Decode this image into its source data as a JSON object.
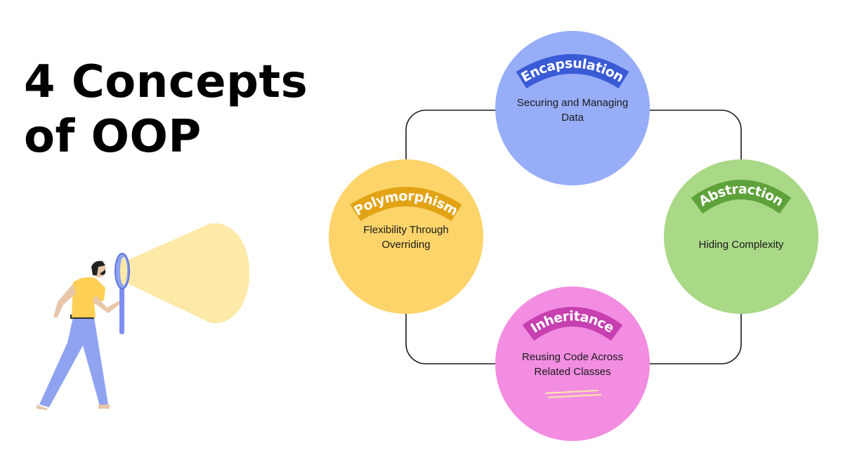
{
  "title": {
    "line1": "4 Concepts",
    "line2": "of OOP"
  },
  "concepts": [
    {
      "key": "encapsulation",
      "name": "Encapsulation",
      "description_lines": [
        "Securing and Managing",
        "Data"
      ],
      "circle_color": "#97adf8",
      "banner_color": "#3a5bd6"
    },
    {
      "key": "abstraction",
      "name": "Abstraction",
      "description_lines": [
        "Hiding Complexity"
      ],
      "circle_color": "#a9d886",
      "banner_color": "#5ea23a"
    },
    {
      "key": "inheritance",
      "name": "Inheritance",
      "description_lines": [
        "Reusing Code Across",
        "Related Classes"
      ],
      "circle_color": "#f28de1",
      "banner_color": "#c73fb0"
    },
    {
      "key": "polymorphism",
      "name": "Polymorphism",
      "description_lines": [
        "Flexibility Through",
        "Overriding"
      ],
      "circle_color": "#fcd46a",
      "banner_color": "#e2a314"
    }
  ],
  "colors": {
    "connector": "#1a1a1a",
    "light_beam": "#fde9a8",
    "shirt": "#fdcf55",
    "pants": "#8fa3f0",
    "magnifier": "#7b8ff0"
  }
}
